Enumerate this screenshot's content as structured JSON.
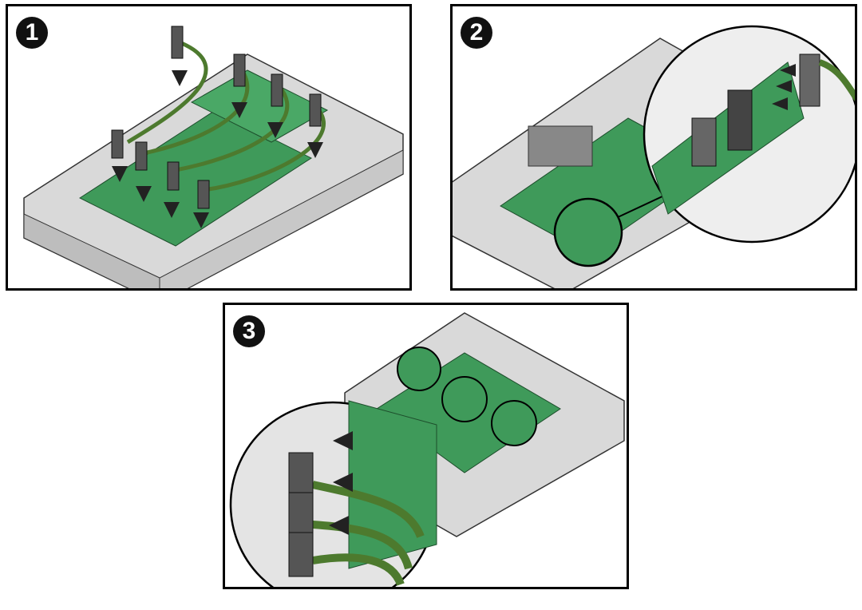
{
  "steps": [
    {
      "number": "1"
    },
    {
      "number": "2"
    },
    {
      "number": "3"
    }
  ],
  "colors": {
    "board": "#3f9a5a",
    "cable": "#4d7a2e",
    "chassis": "#d9d9d9",
    "outline": "#000000"
  }
}
